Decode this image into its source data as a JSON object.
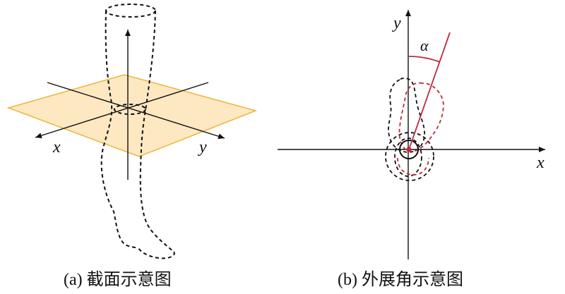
{
  "panel_a": {
    "x_axis_label": "x",
    "y_axis_label": "y",
    "caption": "(a) 截面示意图"
  },
  "panel_b": {
    "x_axis_label": "x",
    "y_axis_label": "y",
    "angle_label": "α",
    "caption": "(b) 外展角示意图"
  },
  "colors": {
    "plane_fill": "#fde8c2",
    "plane_stroke": "#f0b43c",
    "limb_outline": "#111111",
    "abducted_outline": "#c0283c",
    "angle_line": "#c0283c",
    "axis": "#111111"
  }
}
